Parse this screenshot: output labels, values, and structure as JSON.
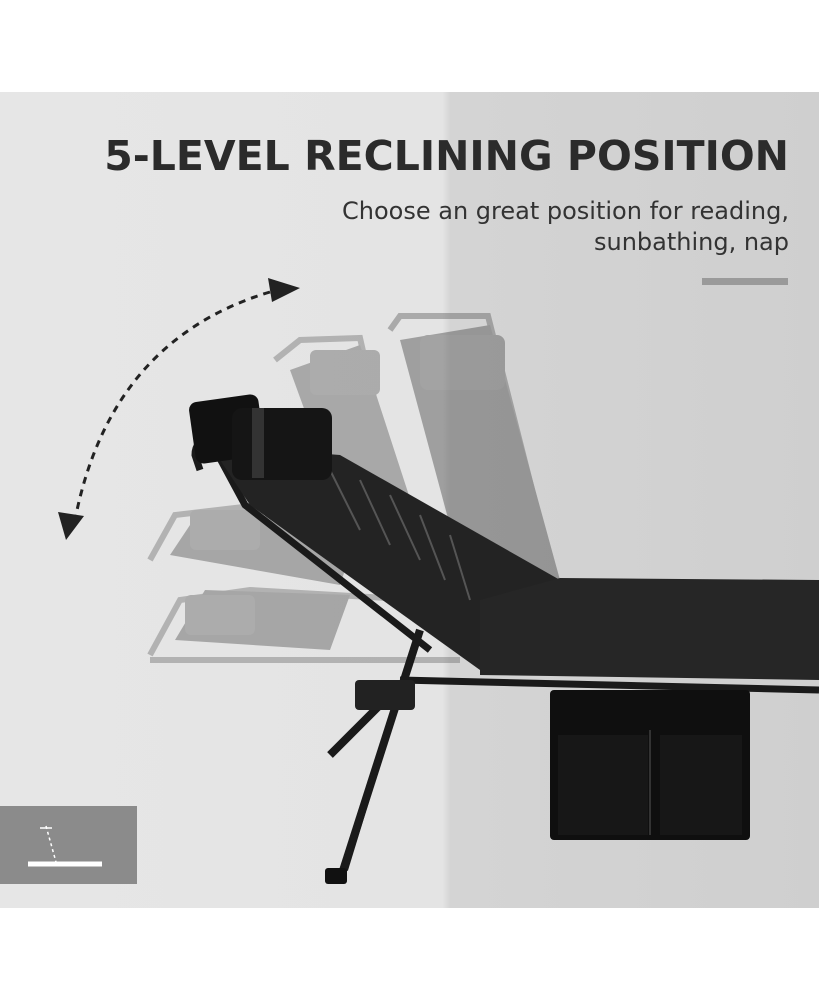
{
  "headline": "5-LEVEL RECLINING POSITION",
  "subtitle_line1": "Choose an great position for reading,",
  "subtitle_line2": "sunbathing, nap",
  "colors": {
    "panel_left": "#e6e6e6",
    "panel_right": "#cfcfcf",
    "headline": "#2b2b2b",
    "rule": "#9a9a9a",
    "badge": "#8b8b8b",
    "chair_fabric": "#1e1e1e"
  },
  "icons": {
    "arrow": "curved-double-arrow-icon",
    "recline": "recline-angle-icon"
  },
  "recline_levels": 5
}
